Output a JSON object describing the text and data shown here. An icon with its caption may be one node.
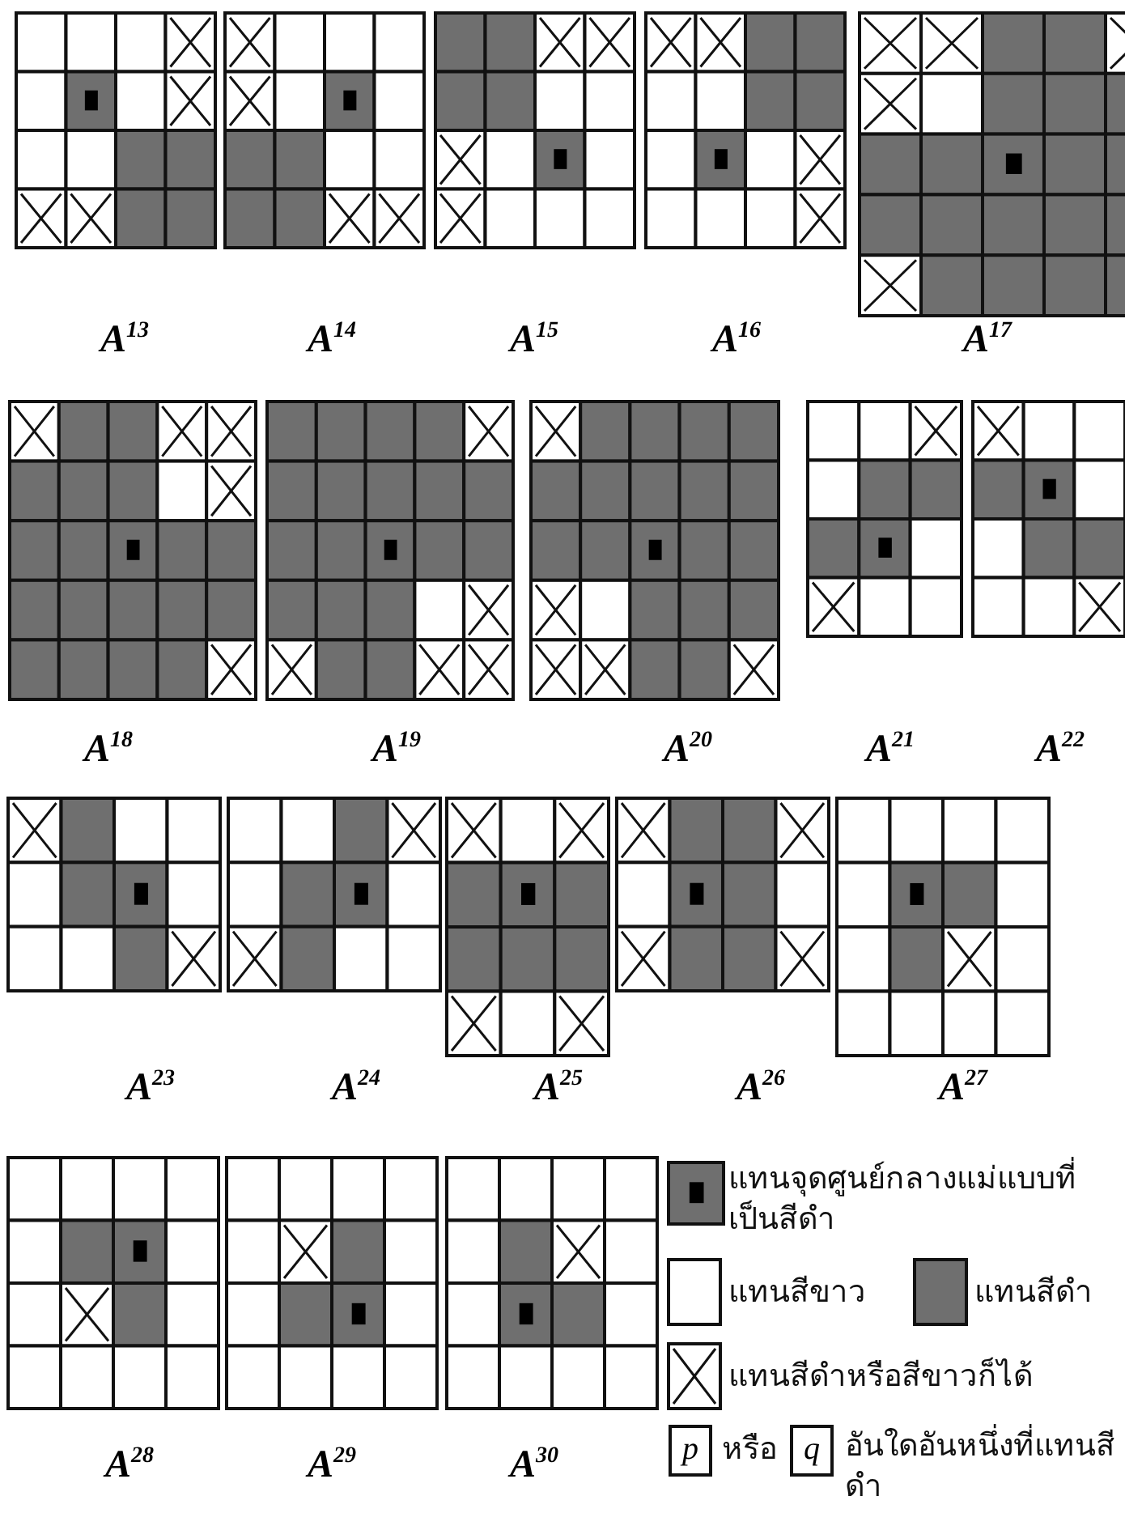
{
  "diagram": {
    "labels": [
      "A$^{13}$",
      "A$^{14}$",
      "A$^{15}$",
      "A$^{16}$",
      "A$^{17}$",
      "A$^{18}$",
      "A$^{19}$",
      "A$^{20}$",
      "A$^{21}$",
      "A$^{22}$",
      "A$^{23}$",
      "A$^{24}$",
      "A$^{25}$",
      "A$^{26}$",
      "A$^{27}$",
      "A$^{28}$",
      "A$^{29}$",
      "A$^{30}$",
      "p",
      "หรือ",
      "q",
      "อันใดอันหนึ่งที่แทนสีดำ"
    ],
    "legend": [
      {
        "text": "แทนจุดศูนย์กลางแม่แบบที่เป็นสีดำ"
      },
      {
        "text": "แทนสีขาว",
        "color": "#ffffff"
      },
      {
        "text": "แทนสีดำ",
        "color": "#6f6f6f"
      },
      {
        "text": "แทนสีดำหรือสีขาวก็ได้"
      }
    ]
  }
}
